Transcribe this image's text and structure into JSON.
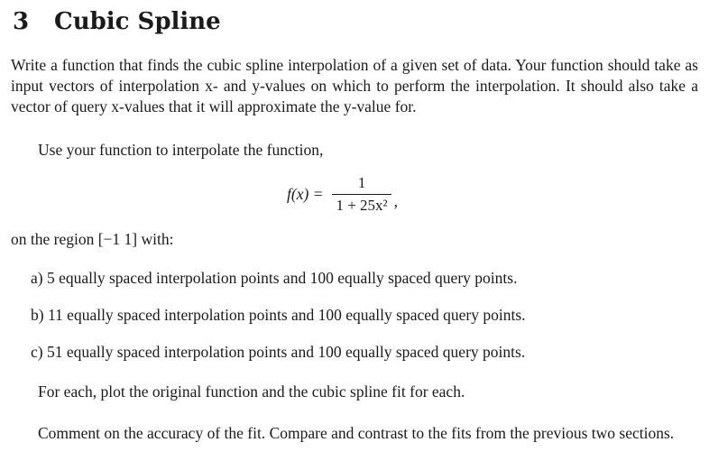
{
  "section": {
    "number": "3",
    "title": "Cubic Spline"
  },
  "paragraphs": {
    "intro": "Write a function that finds the cubic spline interpolation of a given set of data. Your function should take as input vectors of interpolation x- and y-values on which to perform the interpolation. It should also take a vector of query x-values that it will approximate the y-value for.",
    "use": "Use your function to interpolate the function,",
    "region": "on the region [−1 1] with:",
    "foreach": "For each, plot the original function and the cubic spline fit for each.",
    "comment": "Comment on the accuracy of the fit. Compare and contrast to the fits from the previous two sections."
  },
  "formula": {
    "lhs": "f(x) =",
    "numerator": "1",
    "denominator": "1 + 25x²",
    "trailing": ","
  },
  "list": {
    "a": "a) 5 equally spaced interpolation points and 100 equally spaced query points.",
    "b": "b) 11 equally spaced interpolation points and 100 equally spaced query points.",
    "c": "c) 51 equally spaced interpolation points and 100 equally spaced query points."
  }
}
